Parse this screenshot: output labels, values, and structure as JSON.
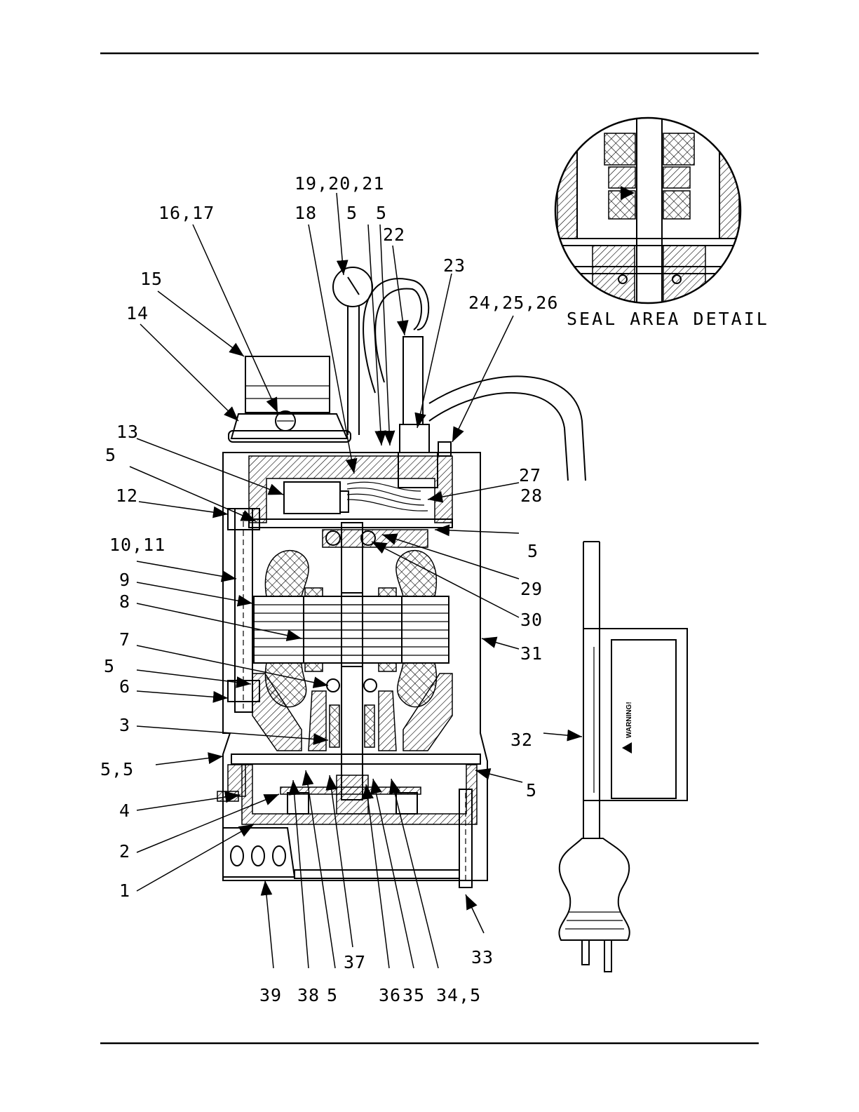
{
  "callouts": [
    {
      "id": "c-19-20-21",
      "text": "19,20,21"
    },
    {
      "id": "c-16-17",
      "text": "16,17"
    },
    {
      "id": "c-18",
      "text": "18"
    },
    {
      "id": "c-5a",
      "text": "5"
    },
    {
      "id": "c-5b",
      "text": "5"
    },
    {
      "id": "c-22",
      "text": "22"
    },
    {
      "id": "c-23",
      "text": "23"
    },
    {
      "id": "c-15",
      "text": "15"
    },
    {
      "id": "c-14",
      "text": "14"
    },
    {
      "id": "c-24-25-26",
      "text": "24,25,26"
    },
    {
      "id": "c-13",
      "text": "13"
    },
    {
      "id": "c-5c",
      "text": "5"
    },
    {
      "id": "c-27",
      "text": "27"
    },
    {
      "id": "c-28",
      "text": "28"
    },
    {
      "id": "c-12",
      "text": "12"
    },
    {
      "id": "c-5d",
      "text": "5"
    },
    {
      "id": "c-10-11",
      "text": "10,11"
    },
    {
      "id": "c-29",
      "text": "29"
    },
    {
      "id": "c-9",
      "text": "9"
    },
    {
      "id": "c-8",
      "text": "8"
    },
    {
      "id": "c-30",
      "text": "30"
    },
    {
      "id": "c-7",
      "text": "7"
    },
    {
      "id": "c-31",
      "text": "31"
    },
    {
      "id": "c-5e",
      "text": "5"
    },
    {
      "id": "c-6",
      "text": "6"
    },
    {
      "id": "c-3",
      "text": "3"
    },
    {
      "id": "c-32",
      "text": "32"
    },
    {
      "id": "c-5-5",
      "text": "5,5"
    },
    {
      "id": "c-5f",
      "text": "5"
    },
    {
      "id": "c-4",
      "text": "4"
    },
    {
      "id": "c-2",
      "text": "2"
    },
    {
      "id": "c-1",
      "text": "1"
    },
    {
      "id": "c-33",
      "text": "33"
    },
    {
      "id": "c-37",
      "text": "37"
    },
    {
      "id": "c-39",
      "text": "39"
    },
    {
      "id": "c-38",
      "text": "38"
    },
    {
      "id": "c-5g",
      "text": "5"
    },
    {
      "id": "c-36",
      "text": "36"
    },
    {
      "id": "c-35",
      "text": "35"
    },
    {
      "id": "c-34-5",
      "text": "34,5"
    }
  ],
  "detail": {
    "title": "SEAL AREA DETAIL"
  },
  "warning_tag": {
    "text": "WARNING!"
  }
}
